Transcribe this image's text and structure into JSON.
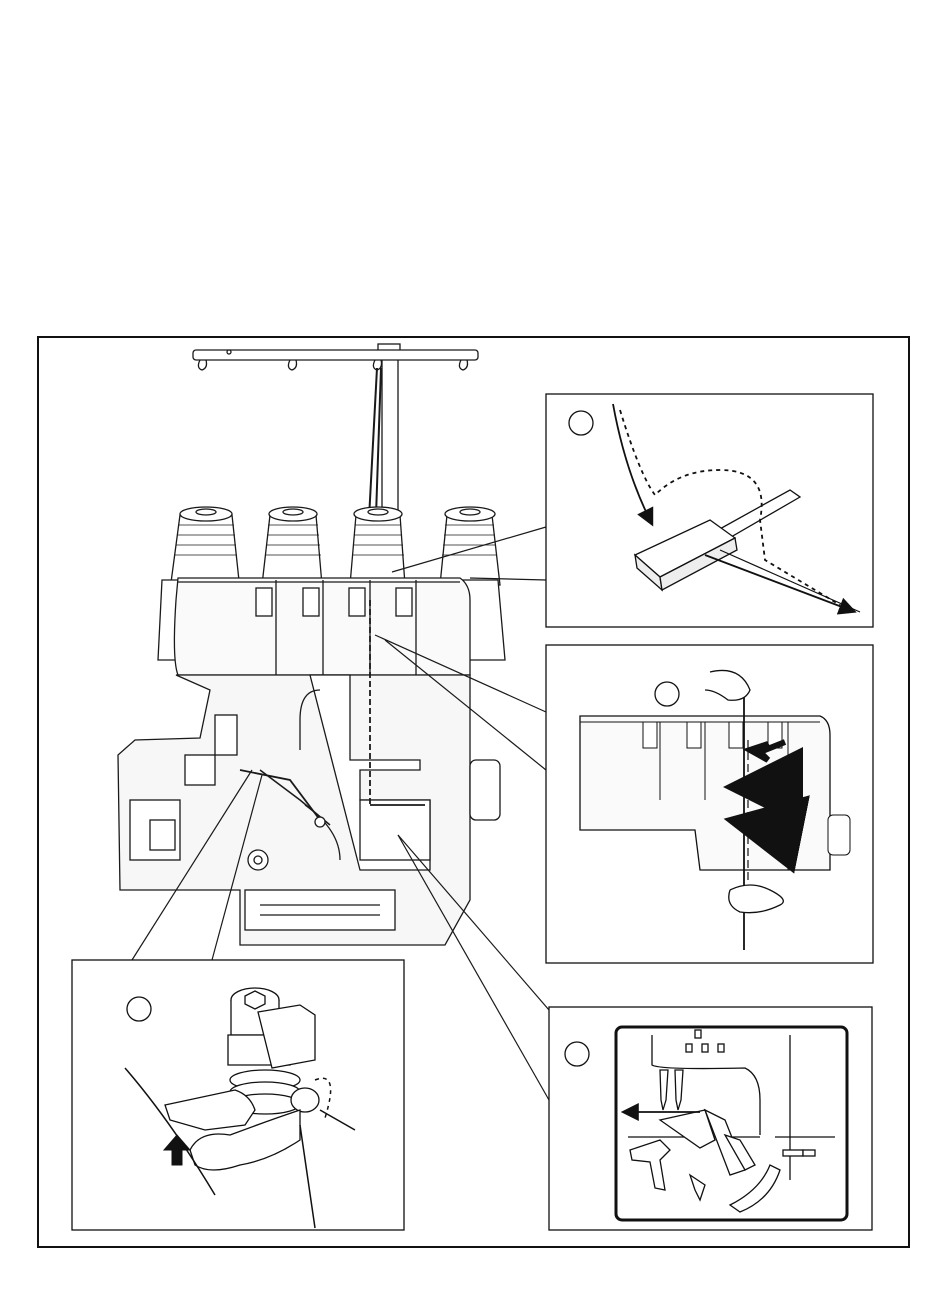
{
  "figure": {
    "description_labels": [],
    "callouts": [
      {
        "id": "thread-guide-detail",
        "marker": ""
      },
      {
        "id": "thread-tension-detail",
        "marker": ""
      },
      {
        "id": "looper-detail",
        "marker": ""
      },
      {
        "id": "needle-plate-detail",
        "marker": ""
      }
    ],
    "colors": {
      "line": "#1a1a1a",
      "background": "#ffffff",
      "machine_fill": "#f6f6f6",
      "arrow": "#111111"
    },
    "icons": [
      "thread-stand",
      "thread-cone",
      "arrow-up",
      "arrow-left",
      "hand",
      "needle",
      "looper",
      "screw-head"
    ]
  }
}
